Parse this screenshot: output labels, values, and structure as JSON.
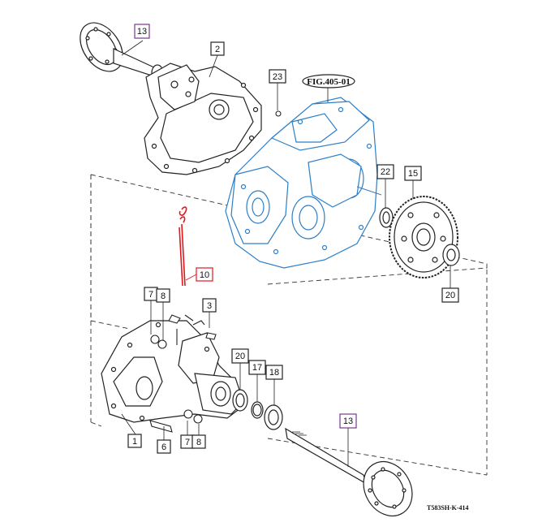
{
  "diagram": {
    "figure_ref": "FIG.405-01",
    "drawing_code": "T583SH-K-414",
    "colors": {
      "line": "#222222",
      "housing_blue": "#2d7fc8",
      "highlight_red": "#e0191d",
      "highlight_purple": "#7a3a8c",
      "box_black": "#222222"
    },
    "callouts": [
      {
        "id": "c13-top",
        "label": "13",
        "color": "purple"
      },
      {
        "id": "c2",
        "label": "2",
        "color": "black"
      },
      {
        "id": "c23",
        "label": "23",
        "color": "black"
      },
      {
        "id": "c22",
        "label": "22",
        "color": "black"
      },
      {
        "id": "c15",
        "label": "15",
        "color": "black"
      },
      {
        "id": "c20-right",
        "label": "20",
        "color": "black"
      },
      {
        "id": "c10",
        "label": "10",
        "color": "red"
      },
      {
        "id": "c7-top",
        "label": "7",
        "color": "black"
      },
      {
        "id": "c8-top",
        "label": "8",
        "color": "black"
      },
      {
        "id": "c3",
        "label": "3",
        "color": "black"
      },
      {
        "id": "c20-mid",
        "label": "20",
        "color": "black"
      },
      {
        "id": "c17",
        "label": "17",
        "color": "black"
      },
      {
        "id": "c18",
        "label": "18",
        "color": "black"
      },
      {
        "id": "c13-bottom",
        "label": "13",
        "color": "purple"
      },
      {
        "id": "c1",
        "label": "1",
        "color": "black"
      },
      {
        "id": "c6",
        "label": "6",
        "color": "black"
      },
      {
        "id": "c7-bottom",
        "label": "7",
        "color": "black"
      },
      {
        "id": "c8-bottom",
        "label": "8",
        "color": "black"
      }
    ]
  }
}
